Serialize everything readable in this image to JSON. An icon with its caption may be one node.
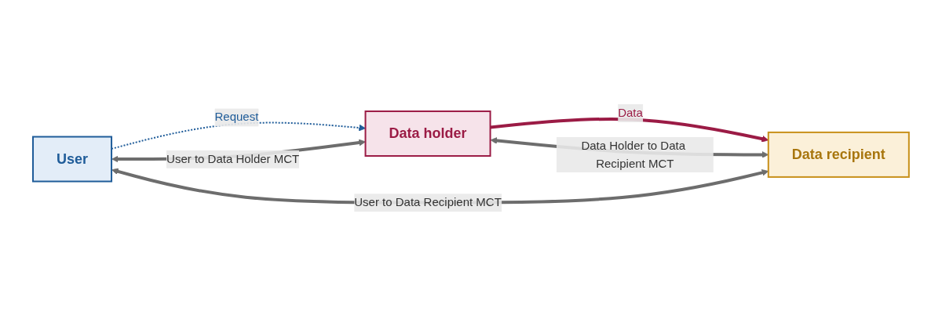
{
  "diagram": {
    "nodes": [
      {
        "text": [
          "User"
        ]
      },
      {
        "text": [
          "Data holder"
        ]
      },
      {
        "text": [
          "Data recipient"
        ]
      }
    ],
    "edges": [
      {
        "from": 0,
        "to": 1,
        "arrow": "to",
        "label": "Request",
        "style": "dashed",
        "color": "#1f5c99"
      },
      {
        "from": 1,
        "to": 2,
        "arrow": "to",
        "label": "Data",
        "color": "#9b1b45"
      },
      {
        "from": 0,
        "to": 1,
        "arrow": "both",
        "label": "User to Data Holder MCT"
      },
      {
        "from": 1,
        "to": 2,
        "arrow": "both",
        "label": "Data Holder to Data Recipient MCT"
      },
      {
        "from": 0,
        "to": 2,
        "arrow": "both",
        "label": "User to Data Recipient MCT"
      }
    ]
  }
}
